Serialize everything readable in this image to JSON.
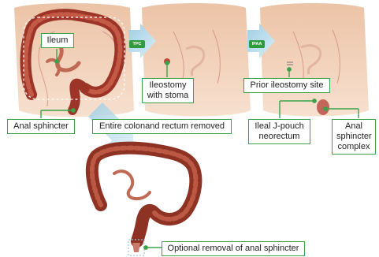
{
  "badges": {
    "tpc": "TPC",
    "ipaa": "IPAA"
  },
  "labels": {
    "ileum": "Ileum",
    "anal_sphincter": "Anal sphincter",
    "entire_colon_removed": "Entire colonand rectum removed",
    "ileostomy_stoma": "Ileostomy with stoma",
    "prior_ileostomy_site": "Prior ileostomy site",
    "ileal_j_pouch": "Ileal J-pouch neorectum",
    "anal_sphincter_complex": "Anal sphincter complex",
    "optional_removal": "Optional removal of anal sphincter"
  },
  "colors": {
    "accent_green": "#3aa34a",
    "skin": "#f3d3bd",
    "colon": "#a23a2c",
    "arrow": "#bfe0ef"
  }
}
